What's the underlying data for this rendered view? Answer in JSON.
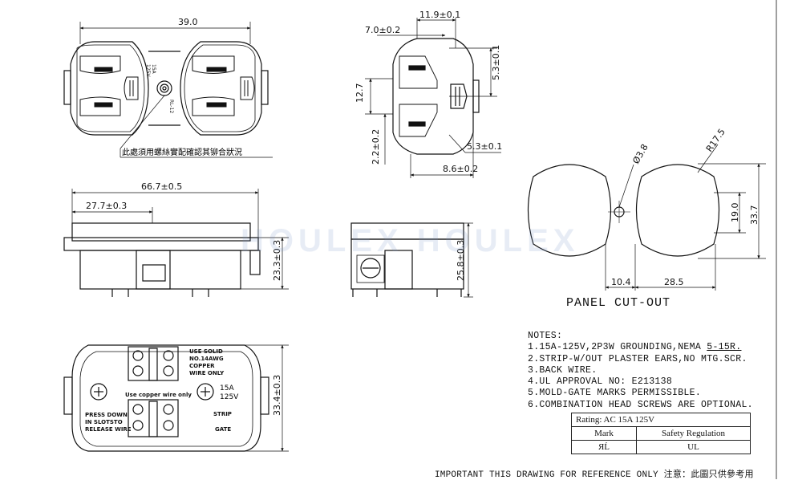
{
  "top_front": {
    "width_dim": "39.0",
    "text_rating": "15A",
    "text_voltage": "125V",
    "text_model": "RL-12",
    "callout_cn": "此處須用螺絲實配確認其铆合狀況"
  },
  "top_side": {
    "dim_top": "11.9±0.1",
    "dim_left": "7.0±0.2",
    "dim_right_top": "5.3±0.1",
    "dim_left_height": "12.7",
    "dim_left_bottom": "2.2±0.2",
    "dim_right_bottom": "5.3±0.1",
    "dim_bottom": "8.6±0.2"
  },
  "mid_side": {
    "dim_total": "66.7±0.5",
    "dim_half": "27.7±0.3",
    "dim_height": "23.3±0.3"
  },
  "mid_end": {
    "dim_height": "25.8±0.3"
  },
  "back": {
    "label_use_solid": "USE SOLID",
    "label_awg": "NO.14AWG",
    "label_copper": "COPPER",
    "label_wire_only": "WIRE ONLY",
    "label_copper_wire": "Use copper wire only",
    "label_press": "PRESS DOWN",
    "label_slots": "IN SLOTSTO",
    "label_release": "RELEASE WIRE",
    "label_rating": "15A",
    "label_voltage": "125V",
    "label_strip": "STRIP",
    "label_gate": "GATE",
    "dim_height": "33.4±0.3"
  },
  "panel_cutout": {
    "dim_hole": "Ø3.8",
    "dim_radius": "R17.5",
    "dim_inner": "19.0",
    "dim_outer": "33.7",
    "dim_gap": "10.4",
    "dim_width": "28.5",
    "title": "PANEL CUT-OUT"
  },
  "watermark": "HOULEX HOULEX",
  "notes": {
    "heading": "NOTES:",
    "n1_pre": "1.15A-125V,2P3W GROUNDING,NEMA ",
    "n1_u": "5-15R.",
    "n2": "2.STRIP-W/OUT PLASTER EARS,NO MTG.SCR.",
    "n3": "3.BACK WIRE.",
    "n4": "4.UL APPROVAL NO: E213138",
    "n5": "5.MOLD-GATE MARKS PERMISSIBLE.",
    "n6": "6.COMBINATION HEAD SCREWS ARE OPTIONAL."
  },
  "rating_table": {
    "header": "Rating: AC 15A 125V",
    "col_mark": "Mark",
    "col_reg": "Safety Regulation",
    "mark_symbol": "ЯĹ",
    "reg_value": "UL"
  },
  "footer": "IMPORTANT THIS DRAWING FOR REFERENCE ONLY 注意：此圖只供參考用"
}
